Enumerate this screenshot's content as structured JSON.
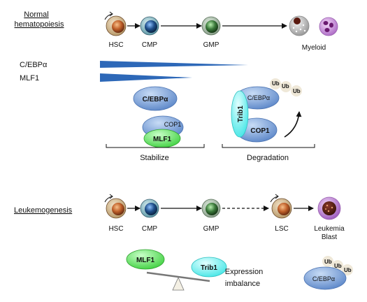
{
  "normal": {
    "title_line1": "Normal",
    "title_line2": "hematopoiesis",
    "cells": [
      "HSC",
      "CMP",
      "GMP",
      "Myeloid"
    ],
    "gradient_labels": [
      "C/EBPα",
      "MLF1"
    ],
    "stabilize": {
      "cebpa": "C/EBPα",
      "cop1": "COP1",
      "mlf1": "MLF1",
      "label": "Stabilize"
    },
    "degradation": {
      "cebpa": "C/EBPα",
      "trib1": "Trib1",
      "cop1": "COP1",
      "ub": [
        "Ub",
        "Ub",
        "Ub"
      ],
      "label": "Degradation"
    }
  },
  "leuk": {
    "title": "Leukemogenesis",
    "cells": [
      "HSC",
      "CMP",
      "GMP",
      "LSC"
    ],
    "blast_line1": "Leukemia",
    "blast_line2": "Blast",
    "balance": {
      "mlf1": "MLF1",
      "trib1": "Trib1"
    },
    "imbalance_line1": "Expression",
    "imbalance_line2": "imbalance",
    "cebpa": "C/EBPα",
    "ub": [
      "Ub",
      "Ub",
      "Ub"
    ]
  },
  "colors": {
    "hsc": "#c0602a",
    "cmp": "#1f4f8a",
    "gmp": "#3b7a3b",
    "blue_oval": "#7aa0d8",
    "mlf1_green": "#6fe06f",
    "trib1_cyan": "#7df3f3",
    "ub_bg": "#efe8d8",
    "wedge": "#2d68b8"
  }
}
